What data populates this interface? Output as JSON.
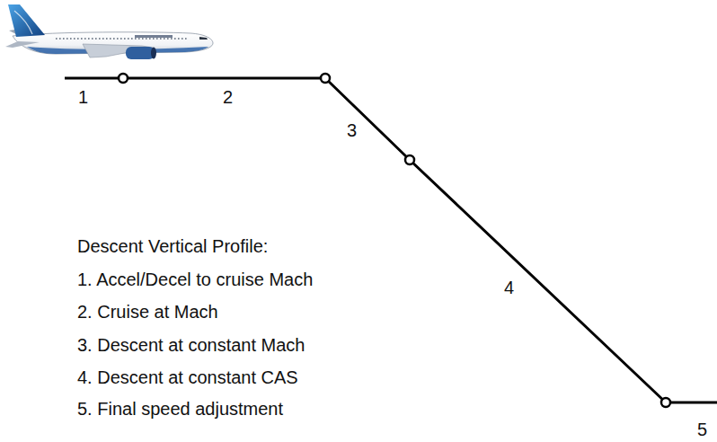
{
  "diagram": {
    "labels": [
      "1",
      "2",
      "3",
      "4",
      "5",
      "Descent Vertical Profile:",
      "1. Accel/Decel to cruise Mach",
      "2. Cruise at Mach",
      "3. Descent at constant Mach",
      "4. Descent at constant CAS",
      "5. Final speed adjustment"
    ]
  }
}
